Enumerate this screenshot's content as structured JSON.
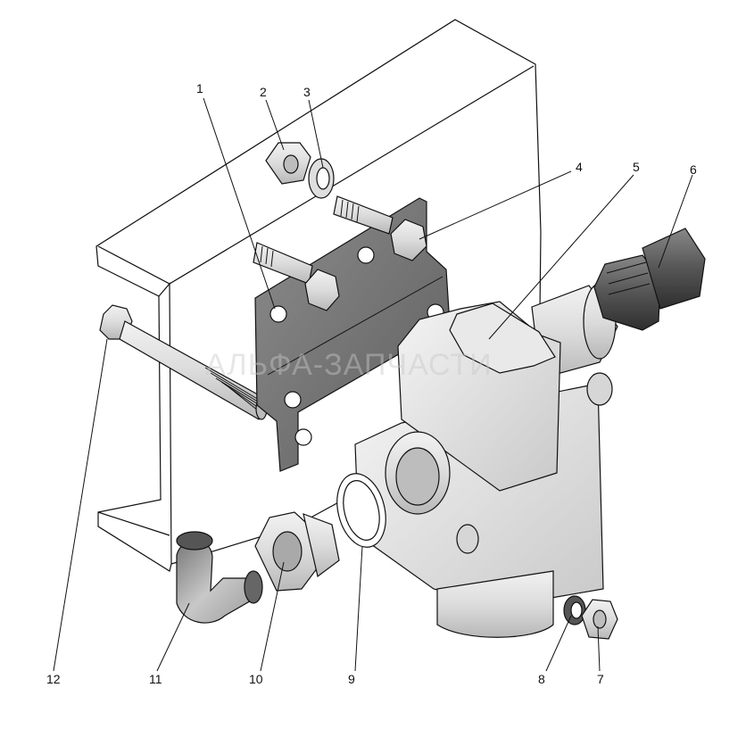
{
  "watermark": "АЛЬФА-ЗАПЧАСТИ",
  "callouts": {
    "c1": "1",
    "c2": "2",
    "c3": "3",
    "c4": "4",
    "c5": "5",
    "c6": "6",
    "c7": "7",
    "c8": "8",
    "c9": "9",
    "c10": "10",
    "c11": "11",
    "c12": "12"
  },
  "colors": {
    "part_light": "#e6e6e6",
    "part_mid": "#c8c8c8",
    "part_dark": "#6e6e6e",
    "bracket": "#7a7a7a"
  }
}
